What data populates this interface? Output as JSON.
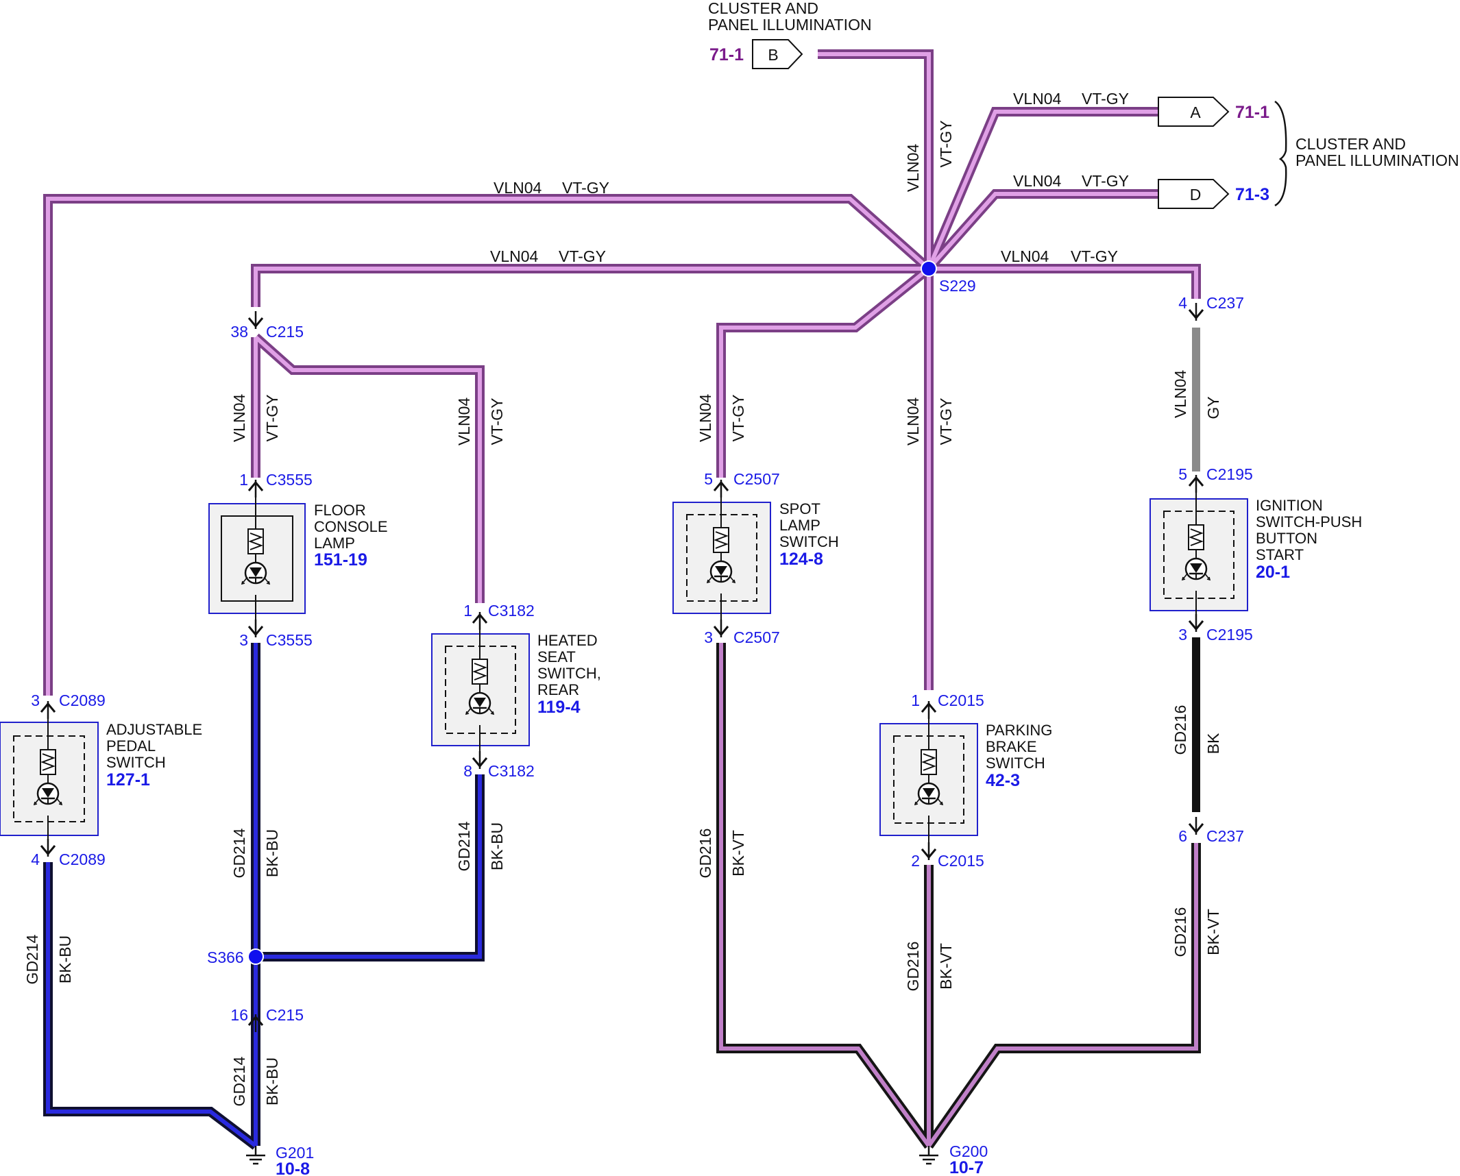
{
  "colors": {
    "vt_gy_outer": "#7b3f86",
    "vt_gy_inner": "#e0a0e6",
    "bk_bu_outer": "#0f1030",
    "bk_bu_inner": "#2a2adf",
    "bk_vt_outer": "#151515",
    "bk_vt_inner": "#c080c8",
    "gy": "#8a8a8a",
    "bk": "#111111",
    "pin_text": "#1a1ae6",
    "page_ref": "#7a1a8a",
    "splice": "#1010ee",
    "component_border": "#2020cc",
    "component_fill": "#f1f1f1"
  },
  "wire_labels": {
    "vln04": "VLN04",
    "vt_gy": "VT-GY",
    "gy": "GY",
    "gd214": "GD214",
    "bk_bu": "BK-BU",
    "gd216": "GD216",
    "bk_vt": "BK-VT",
    "bk": "BK"
  },
  "offpage": {
    "top_title_1": "CLUSTER AND",
    "top_title_2": "PANEL ILLUMINATION",
    "b_letter": "B",
    "b_ref": "71-1",
    "a_letter": "A",
    "a_ref": "71-1",
    "d_letter": "D",
    "d_ref": "71-3",
    "right_title_1": "CLUSTER AND",
    "right_title_2": "PANEL ILLUMINATION"
  },
  "splices": {
    "s229": "S229",
    "s366": "S366"
  },
  "connectors": {
    "c215_top": {
      "pin": "38",
      "name": "C215"
    },
    "c215_bottom": {
      "pin": "16",
      "name": "C215"
    },
    "c3555_top": {
      "pin": "1",
      "name": "C3555"
    },
    "c3555_bottom": {
      "pin": "3",
      "name": "C3555"
    },
    "c3182_top": {
      "pin": "1",
      "name": "C3182"
    },
    "c3182_bottom": {
      "pin": "8",
      "name": "C3182"
    },
    "c2089_top": {
      "pin": "3",
      "name": "C2089"
    },
    "c2089_bottom": {
      "pin": "4",
      "name": "C2089"
    },
    "c2507_top": {
      "pin": "5",
      "name": "C2507"
    },
    "c2507_bottom": {
      "pin": "3",
      "name": "C2507"
    },
    "c2015_top": {
      "pin": "1",
      "name": "C2015"
    },
    "c2015_bottom": {
      "pin": "2",
      "name": "C2015"
    },
    "c237_top": {
      "pin": "4",
      "name": "C237"
    },
    "c237_bottom": {
      "pin": "6",
      "name": "C237"
    },
    "c2195_top": {
      "pin": "5",
      "name": "C2195"
    },
    "c2195_bottom": {
      "pin": "3",
      "name": "C2195"
    }
  },
  "components": {
    "floor_console": {
      "lines": [
        "FLOOR",
        "CONSOLE",
        "LAMP"
      ],
      "ref": "151-19"
    },
    "heated_seat": {
      "lines": [
        "HEATED",
        "SEAT",
        "SWITCH,",
        "REAR"
      ],
      "ref": "119-4"
    },
    "adjustable_pedal": {
      "lines": [
        "ADJUSTABLE",
        "PEDAL",
        "SWITCH"
      ],
      "ref": "127-1"
    },
    "spot_lamp": {
      "lines": [
        "SPOT",
        "LAMP",
        "SWITCH"
      ],
      "ref": "124-8"
    },
    "parking_brake": {
      "lines": [
        "PARKING",
        "BRAKE",
        "SWITCH"
      ],
      "ref": "42-3"
    },
    "ignition": {
      "lines": [
        "IGNITION",
        "SWITCH-PUSH",
        "BUTTON",
        "START"
      ],
      "ref": "20-1"
    }
  },
  "grounds": {
    "g201": {
      "name": "G201",
      "ref": "10-8"
    },
    "g200": {
      "name": "G200",
      "ref": "10-7"
    }
  }
}
